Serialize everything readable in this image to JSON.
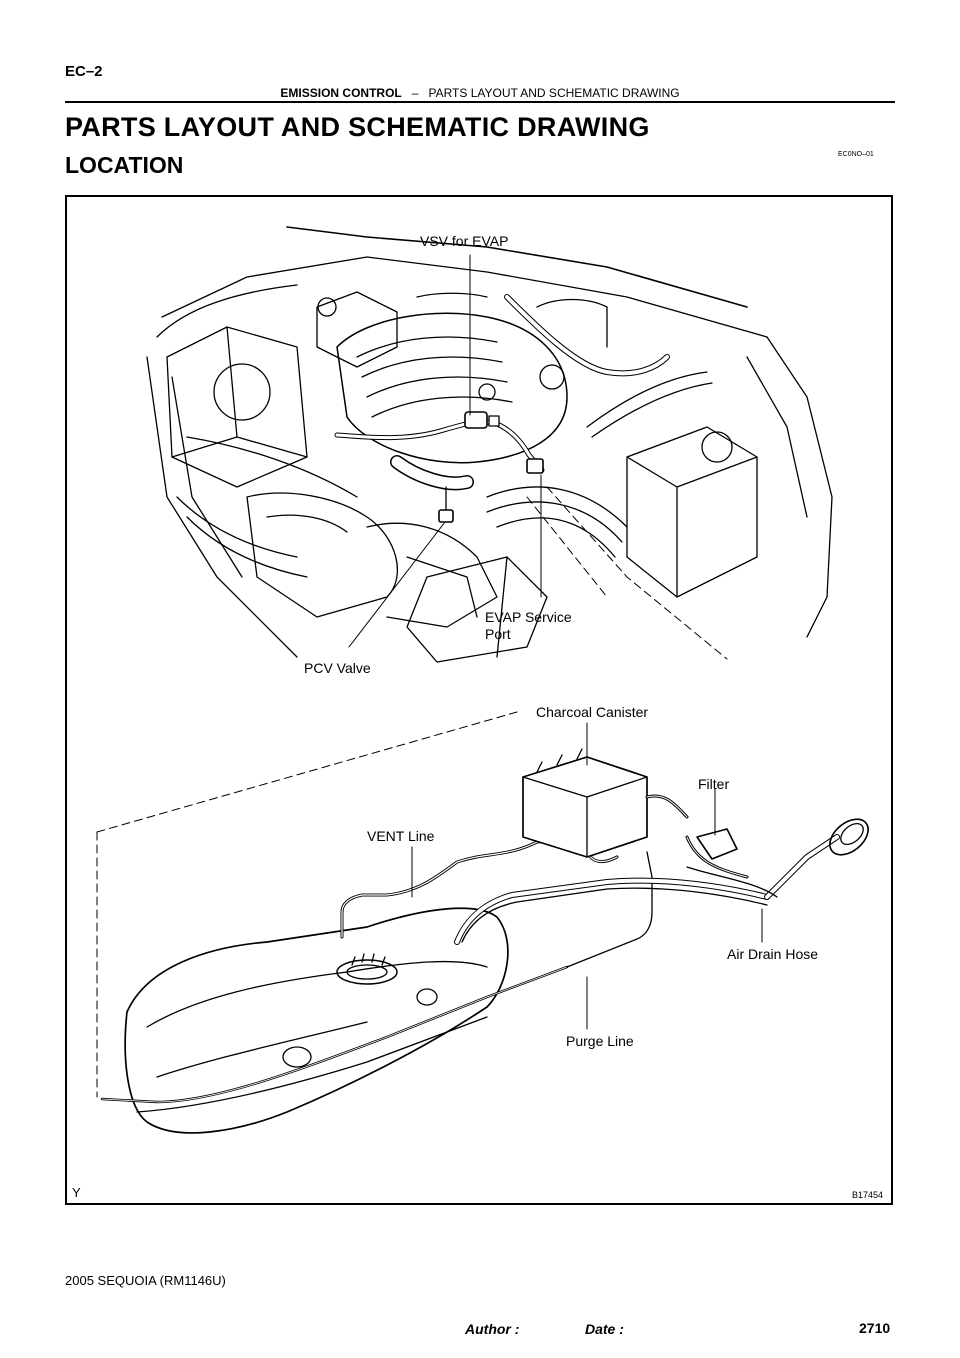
{
  "header": {
    "page_code": "EC–2",
    "section": "EMISSION CONTROL",
    "separator": "–",
    "subsection": "PARTS LAYOUT AND SCHEMATIC DRAWING"
  },
  "title": "PARTS LAYOUT AND SCHEMATIC DRAWING",
  "subtitle": "LOCATION",
  "doc_id": "EC0NO–01",
  "figure": {
    "labels": {
      "vsv": "VSV for EVAP",
      "evap_port_1": "EVAP Service",
      "evap_port_2": "Port",
      "pcv": "PCV Valve",
      "canister": "Charcoal Canister",
      "filter": "Filter",
      "vent": "VENT Line",
      "air_drain": "Air Drain Hose",
      "purge": "Purge Line"
    },
    "corner_mark": "Y",
    "number": "B17454"
  },
  "footer": {
    "model": "2005 SEQUOIA   (RM1146U)",
    "author_label": "Author :",
    "date_label": "Date :",
    "page_number": "2710"
  }
}
